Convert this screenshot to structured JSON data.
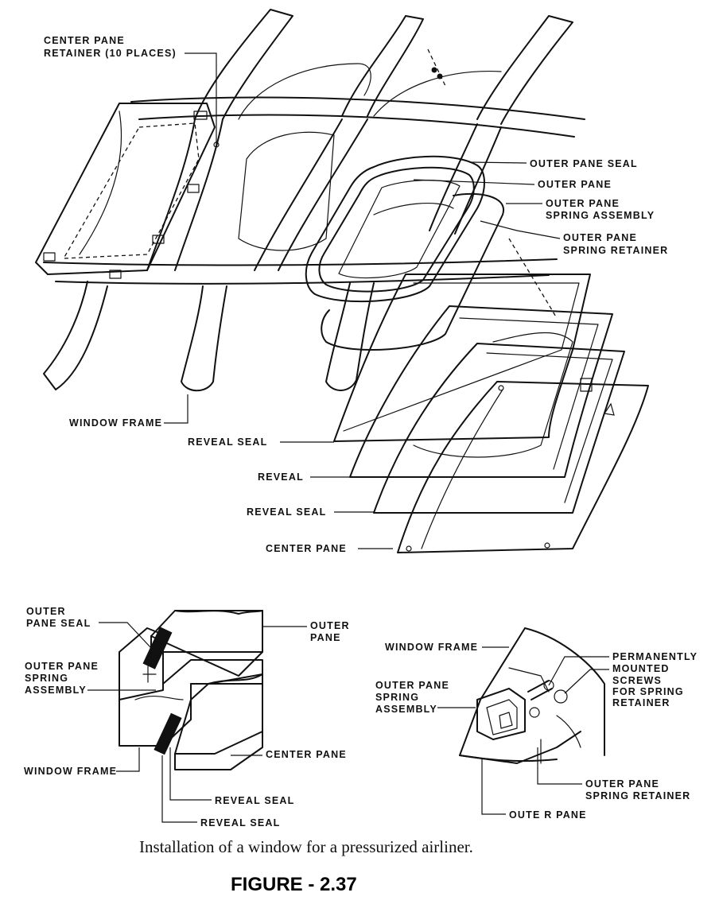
{
  "main_diagram": {
    "labels": {
      "center_pane_retainer_line1": "CENTER PANE",
      "center_pane_retainer_line2": "RETAINER (10 PLACES)",
      "outer_pane_seal": "OUTER PANE SEAL",
      "outer_pane": "OUTER PANE",
      "outer_pane_spring_assembly_line1": "OUTER PANE",
      "outer_pane_spring_assembly_line2": "SPRING ASSEMBLY",
      "outer_pane_spring_retainer_line1": "OUTER PANE",
      "outer_pane_spring_retainer_line2": "SPRING RETAINER",
      "window_frame": "WINDOW FRAME",
      "reveal_seal_1": "REVEAL SEAL",
      "reveal": "REVEAL",
      "reveal_seal_2": "REVEAL SEAL",
      "center_pane": "CENTER PANE"
    }
  },
  "section_detail": {
    "labels": {
      "outer_pane_seal_line1": "OUTER",
      "outer_pane_seal_line2": "PANE SEAL",
      "outer_pane_line1": "OUTER",
      "outer_pane_line2": "PANE",
      "spring_assembly_line1": "OUTER PANE",
      "spring_assembly_line2": "SPRING",
      "spring_assembly_line3": "ASSEMBLY",
      "center_pane": "CENTER PANE",
      "window_frame": "WINDOW FRAME",
      "reveal_seal_1": "REVEAL SEAL",
      "reveal_seal_2": "REVEAL SEAL"
    }
  },
  "retainer_detail": {
    "labels": {
      "window_frame": "WINDOW FRAME",
      "screws_line1": "PERMANENTLY",
      "screws_line2": "MOUNTED",
      "screws_line3": "SCREWS",
      "screws_line4": "FOR SPRING",
      "screws_line5": "RETAINER",
      "spring_assembly_line1": "OUTER PANE",
      "spring_assembly_line2": "SPRING",
      "spring_assembly_line3": "ASSEMBLY",
      "spring_retainer_line1": "OUTER PANE",
      "spring_retainer_line2": "SPRING RETAINER",
      "outer_pane": "OUTE R PANE"
    }
  },
  "caption": "Installation of a window for a pressurized airliner.",
  "figure_label": "FIGURE - 2.37"
}
